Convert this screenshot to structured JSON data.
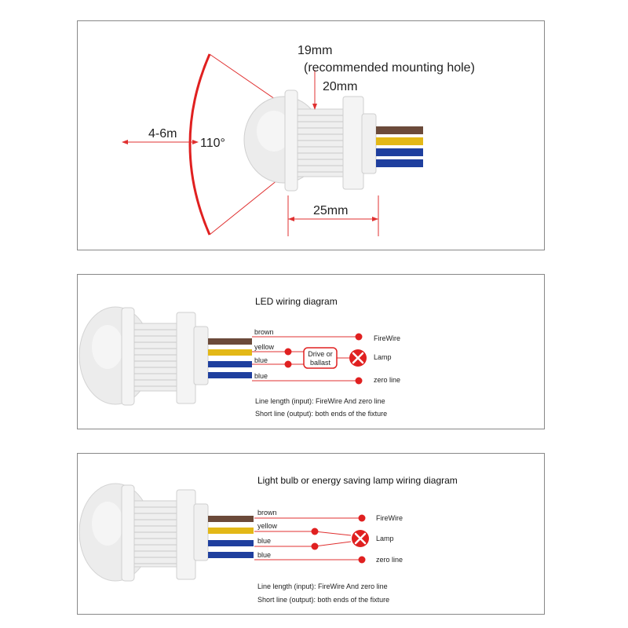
{
  "panel1": {
    "dim_19mm": "19mm",
    "dim_hole_note": "(recommended mounting hole)",
    "dim_20mm": "20mm",
    "range": "4-6m",
    "angle": "110°",
    "dim_25mm": "25mm"
  },
  "panel2": {
    "title": "LED wiring diagram",
    "wires": [
      "brown",
      "yellow",
      "blue",
      "blue"
    ],
    "fire_wire": "FireWire",
    "lamp": "Lamp",
    "zero_line": "zero line",
    "driver_line1": "Drive or",
    "driver_line2": "ballast",
    "note1": "Line length (input): FireWire And zero line",
    "note2": "Short line (output): both ends of the fixture"
  },
  "panel3": {
    "title": "Light bulb or energy saving lamp wiring diagram",
    "wires": [
      "brown",
      "yellow",
      "blue",
      "blue"
    ],
    "fire_wire": "FireWire",
    "lamp": "Lamp",
    "zero_line": "zero line",
    "note1": "Line length (input): FireWire And zero line",
    "note2": "Short line (output): both ends of the fixture"
  },
  "colors": {
    "brown_wire": "#6b4a3a",
    "yellow_wire": "#e3b817",
    "blue_wire": "#1f3f9e",
    "red": "#e02020",
    "sensor_white": "#f2f2f2"
  }
}
